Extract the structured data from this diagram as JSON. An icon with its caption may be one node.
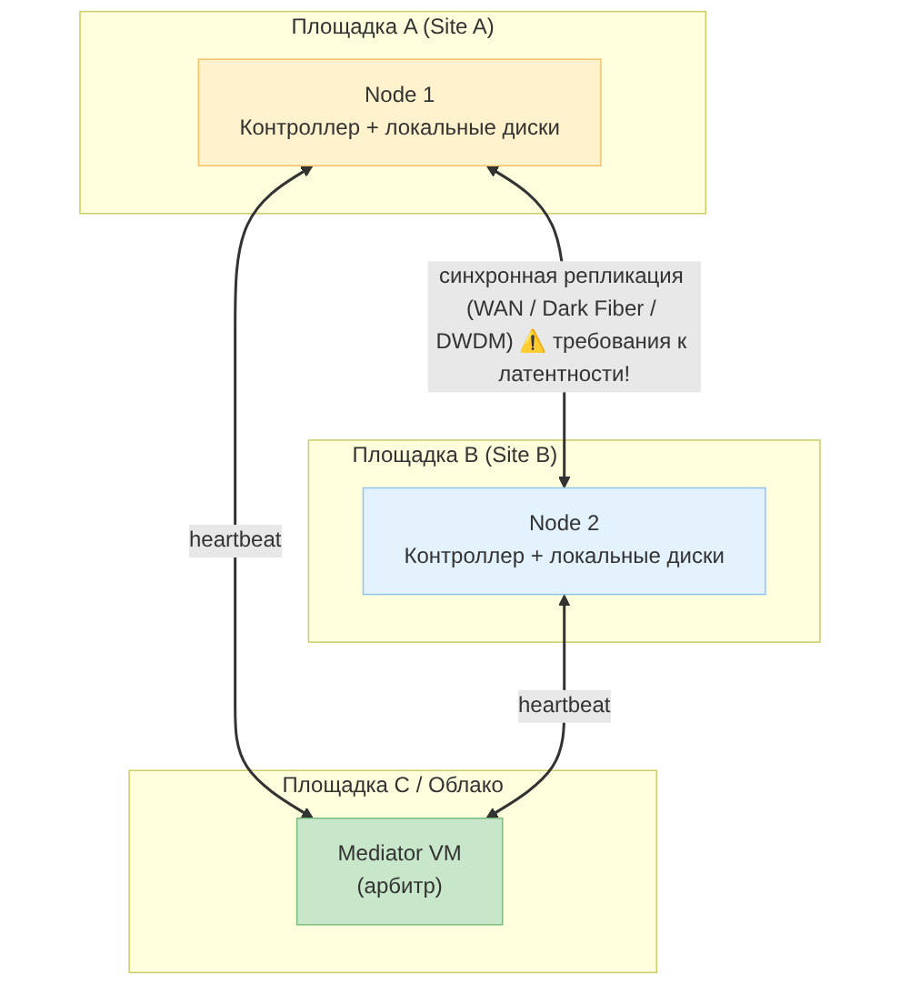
{
  "diagram": {
    "nodes": [
      {
        "text": [
          "Площадка A (Site A)"
        ]
      },
      {
        "text": [
          "Node 1",
          "Контроллер + локальные диски"
        ],
        "in": 0
      },
      {
        "text": [
          "Площадка B (Site B)"
        ]
      },
      {
        "text": [
          "Node 2",
          "Контроллер + локальные диски"
        ],
        "in": 2
      },
      {
        "text": [
          "Площадка C / Облако"
        ]
      },
      {
        "text": [
          "Mediator VM",
          "(арбитр)"
        ],
        "in": 4
      }
    ],
    "edges": [
      {
        "from": 1,
        "to": 3,
        "arrow": "both",
        "label": "синхронная репликация (WAN / Dark Fiber / DWDM) ⚠️ требования к латентности!"
      },
      {
        "from": 1,
        "to": 5,
        "arrow": "both",
        "label": "heartbeat"
      },
      {
        "from": 3,
        "to": 5,
        "arrow": "both",
        "label": "heartbeat"
      }
    ]
  }
}
